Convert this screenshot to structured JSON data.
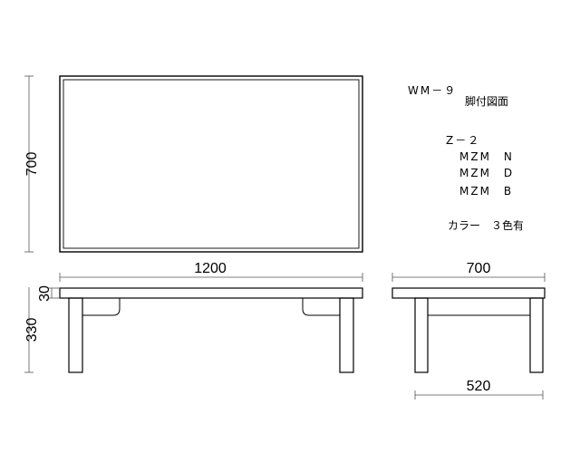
{
  "title": {
    "model": "WM－９",
    "subtitle": "脚付図面"
  },
  "product_codes": {
    "series": "Z－２",
    "variants": [
      "MZM　N",
      "MZM　D",
      "MZM　B"
    ],
    "color_note": "カラー　３色有"
  },
  "dimensions": {
    "top_depth": "700",
    "top_width": "1200",
    "top_thickness": "30",
    "height_under_top": "330",
    "side_depth": "700",
    "leg_span": "520"
  }
}
